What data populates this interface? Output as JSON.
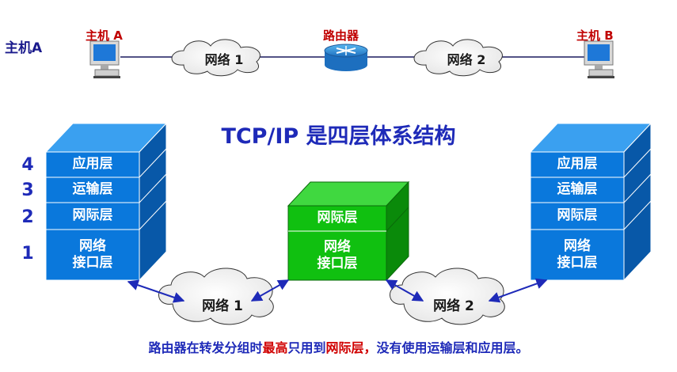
{
  "top": {
    "side_title": "主机A",
    "host_a": "主机 A",
    "router": "路由器",
    "host_b": "主机 B",
    "net1": "网络 1",
    "net2": "网络 2"
  },
  "title": "TCP/IP 是四层体系结构",
  "layer_numbers": [
    "4",
    "3",
    "2",
    "1"
  ],
  "left_stack": [
    "应用层",
    "运输层",
    "网际层",
    "网络\n接口层"
  ],
  "router_stack": [
    "网际层",
    "网络\n接口层"
  ],
  "right_stack": [
    "应用层",
    "运输层",
    "网际层",
    "网络\n接口层"
  ],
  "bottom_clouds": [
    "网络 1",
    "网络 2"
  ],
  "note": {
    "part1": "路由器在转发分组时",
    "hl1": "最高",
    "part2": "只用到",
    "hl2": "网际层，",
    "part3": "没有使用运输层和应用层。"
  },
  "colors": {
    "blue_front": "#0a78dc",
    "blue_top": "#3aa0f0",
    "blue_side": "#0858a8",
    "green_front": "#10c010",
    "green_top": "#40d840",
    "green_side": "#0a8a0a",
    "accent": "#1e2ab8",
    "highlight": "#d00000"
  }
}
